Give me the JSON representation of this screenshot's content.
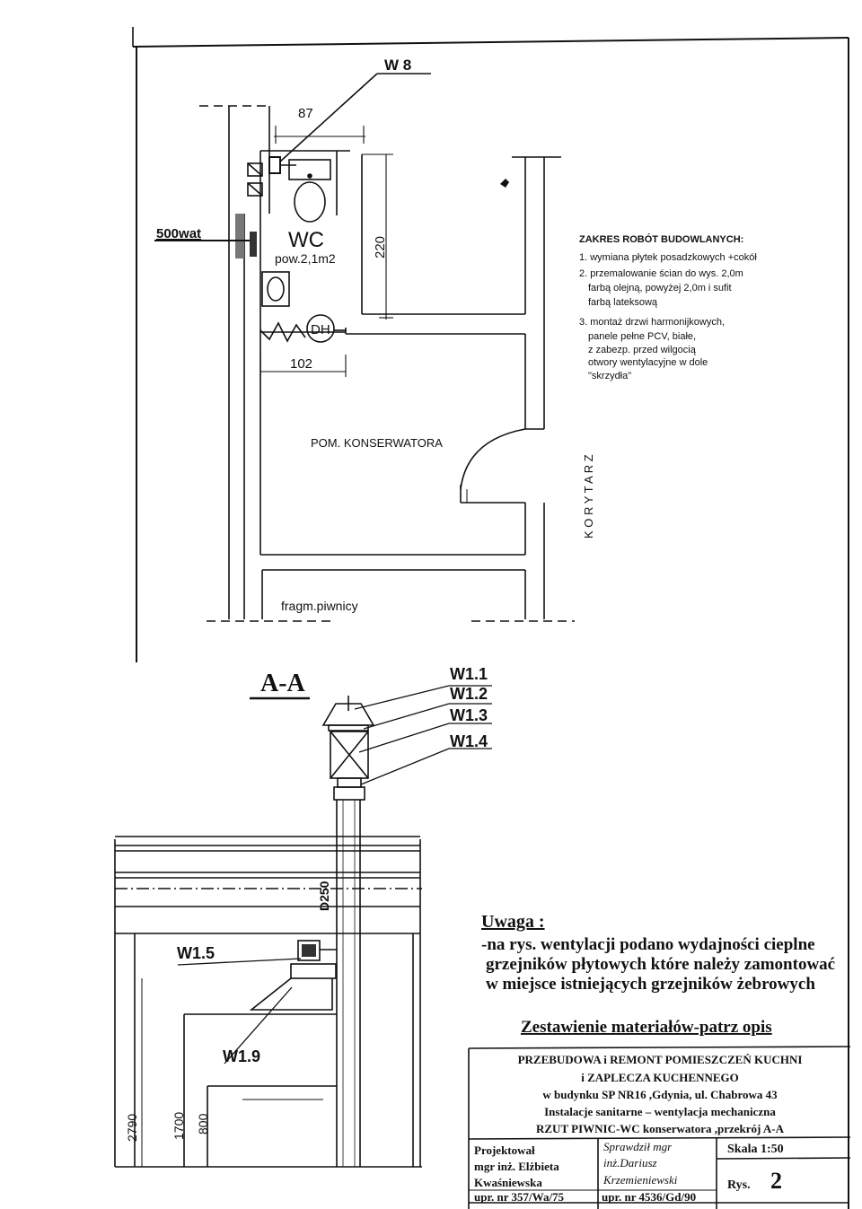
{
  "plan": {
    "w8": "W 8",
    "dim_87": "87",
    "dim_220": "220",
    "dim_102": "102",
    "heater_label": "500wat",
    "wc_title": "WC",
    "wc_area": "pow.2,1m2",
    "dh": "DH",
    "conserv": "POM. KONSERWATORA",
    "corridor": "K O R Y T A R Z",
    "basement": "fragm.piwnicy"
  },
  "works": {
    "title": "ZAKRES ROBÓT BUDOWLANYCH:",
    "lines": [
      "1. wymiana płytek posadzkowych +cokół",
      "2. przemalowanie ścian do wys. 2,0m",
      "farbą olejną, powyżej 2,0m i sufit",
      "farbą lateksową",
      "3. montaż drzwi harmonijkowych,",
      "panele pełne PCV, białe,",
      "z zabezp. przed wilgocią",
      "otwory wentylacyjne w dole",
      "\"skrzydła\""
    ]
  },
  "section": {
    "title": "A-A",
    "w11": "W1.1",
    "w12": "W1.2",
    "w13": "W1.3",
    "w14": "W1.4",
    "w15": "W1.5",
    "w19": "W1.9",
    "d250": "D250",
    "dim_2790": "2790",
    "dim_1700": "1700",
    "dim_800": "800"
  },
  "note": {
    "title": "Uwaga :",
    "line1": "-na rys. wentylacji podano wydajności cieplne",
    "line2": "grzejników płytowych które należy zamontować",
    "line3": "w miejsce istniejących grzejników żebrowych",
    "materials": "Zestawienie materiałów-patrz opis"
  },
  "titleblock": {
    "line1": "PRZEBUDOWA i REMONT POMIESZCZEŃ KUCHNI",
    "line2": "i ZAPLECZA KUCHENNEGO",
    "line3": "w budynku SP NR16 ,Gdynia, ul. Chabrowa 43",
    "line4": "Instalacje sanitarne – wentylacja mechaniczna",
    "line5": "RZUT PIWNIC-WC konserwatora ,przekrój A-A",
    "designer_1": "Projektował",
    "designer_2": "mgr inż. Elżbieta",
    "designer_3": "Kwaśniewska",
    "designer_4": "upr. nr 357/Wa/75",
    "checker_1": "Sprawdził mgr",
    "checker_2": "inż.Dariusz",
    "checker_3": "Krzemieniewski",
    "checker_4": "upr. nr 4536/Gd/90",
    "scale": "Skala 1:50",
    "sheet_label": "Rys.",
    "sheet_no": "2"
  }
}
